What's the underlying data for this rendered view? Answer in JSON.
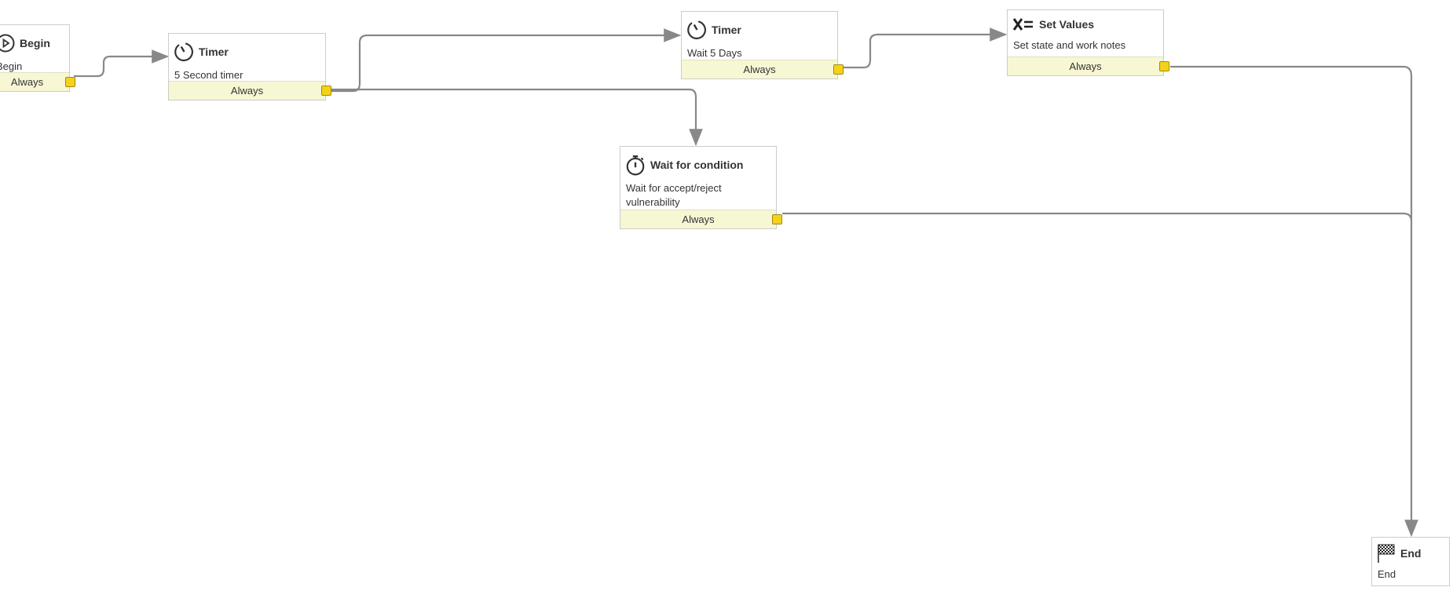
{
  "nodes": [
    {
      "id": "begin",
      "title": "Begin",
      "description": "Begin",
      "condition": "Always",
      "icon": "play-circle-icon"
    },
    {
      "id": "timer1",
      "title": "Timer",
      "description": "5 Second timer",
      "condition": "Always",
      "icon": "timer-icon"
    },
    {
      "id": "timer2",
      "title": "Timer",
      "description": "Wait 5 Days",
      "condition": "Always",
      "icon": "timer-icon"
    },
    {
      "id": "setvalues",
      "title": "Set Values",
      "description": "Set state and work notes",
      "condition": "Always",
      "icon": "set-values-icon"
    },
    {
      "id": "waitcond",
      "title": "Wait for condition",
      "description": "Wait for accept/reject vulnerability",
      "condition": "Always",
      "icon": "stopwatch-icon"
    },
    {
      "id": "end",
      "title": "End",
      "description": "End",
      "icon": "checkered-flag-icon"
    }
  ],
  "colors": {
    "wire": "#888888",
    "port": "#f4d21a",
    "footer": "#f7f7d4"
  }
}
